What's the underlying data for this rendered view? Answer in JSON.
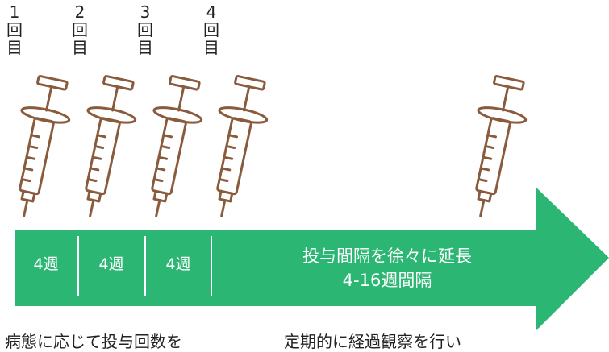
{
  "doses": [
    {
      "num": "1",
      "kanji1": "回",
      "kanji2": "目"
    },
    {
      "num": "2",
      "kanji1": "回",
      "kanji2": "目"
    },
    {
      "num": "3",
      "kanji1": "回",
      "kanji2": "目"
    },
    {
      "num": "4",
      "kanji1": "回",
      "kanji2": "目"
    }
  ],
  "intervals": [
    "4週",
    "4週",
    "4週"
  ],
  "extension": {
    "line1": "投与間隔を徐々に延長",
    "line2": "4-16週間隔"
  },
  "footer": {
    "left": "病態に応じて投与回数を",
    "right": "定期的に経過観察を行い"
  },
  "colors": {
    "arrow": "#2bb673",
    "syringe_stroke": "#8a5a3c",
    "text": "#222222"
  }
}
